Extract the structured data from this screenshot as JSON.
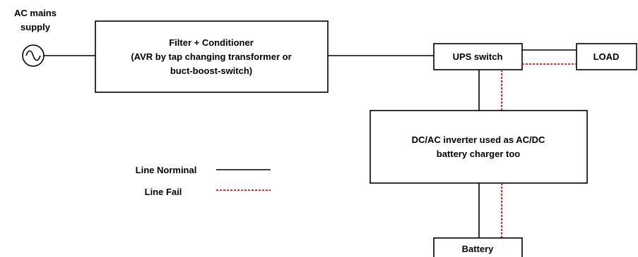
{
  "source": {
    "label_line1": "AC mains",
    "label_line2": "supply",
    "symbol": "ac-sine-icon"
  },
  "filter_block": {
    "line1": "Filter + Conditioner",
    "line2": "(AVR by tap changing transformer or",
    "line3": "buct-boost-switch)"
  },
  "ups_switch": {
    "label": "UPS switch"
  },
  "load": {
    "label": "LOAD"
  },
  "inverter": {
    "line1": "DC/AC inverter used as AC/DC",
    "line2": "battery charger too"
  },
  "battery": {
    "label": "Battery"
  },
  "legend": {
    "normal_label": "Line Norminal",
    "fail_label": "Line Fail",
    "normal_color": "#000000",
    "fail_color": "#e01010"
  }
}
